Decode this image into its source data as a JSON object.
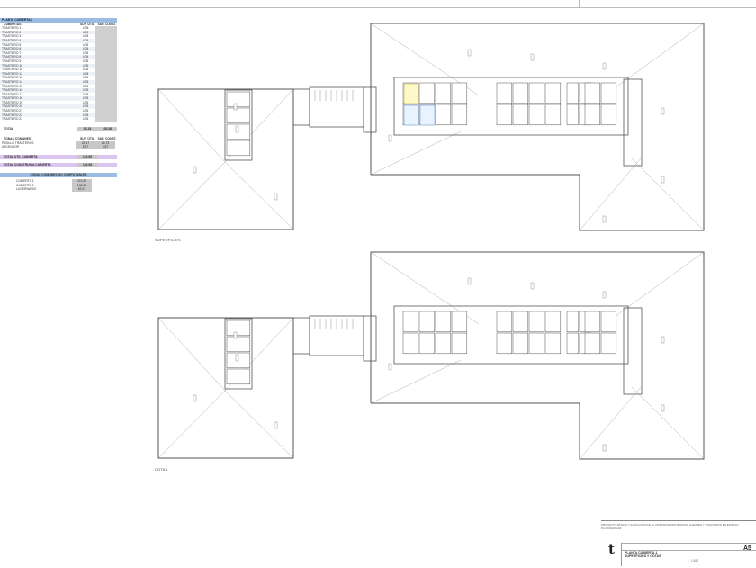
{
  "table": {
    "header": "PLANTA CUBIERTAS",
    "col_name": "CUBIERTAS",
    "col_v1": "SUP. ÚTIL",
    "col_v2": "SUP. CONST.",
    "rows": [
      {
        "name": "TRASTERO 1",
        "v1": "4.05"
      },
      {
        "name": "TRASTERO 2",
        "v1": "4.05"
      },
      {
        "name": "TRASTERO 3",
        "v1": "4.05"
      },
      {
        "name": "TRASTERO 4",
        "v1": "4.05"
      },
      {
        "name": "TRASTERO 5",
        "v1": "4.05"
      },
      {
        "name": "TRASTERO 6",
        "v1": "4.05"
      },
      {
        "name": "TRASTERO 7",
        "v1": "4.05"
      },
      {
        "name": "TRASTERO 8",
        "v1": "4.05"
      },
      {
        "name": "TRASTERO 9",
        "v1": "4.05"
      },
      {
        "name": "TRASTERO 10",
        "v1": "4.05"
      },
      {
        "name": "TRASTERO 11",
        "v1": "4.05"
      },
      {
        "name": "TRASTERO 12",
        "v1": "4.05"
      },
      {
        "name": "TRASTERO 13",
        "v1": "4.05"
      },
      {
        "name": "TRASTERO 14",
        "v1": "4.05"
      },
      {
        "name": "TRASTERO 15",
        "v1": "4.05"
      },
      {
        "name": "TRASTERO 16",
        "v1": "4.05"
      },
      {
        "name": "TRASTERO 17",
        "v1": "4.05"
      },
      {
        "name": "TRASTERO 18",
        "v1": "4.05"
      },
      {
        "name": "TRASTERO 19",
        "v1": "4.05"
      },
      {
        "name": "TRASTERO 20",
        "v1": "4.05"
      },
      {
        "name": "TRASTERO 21",
        "v1": "4.05"
      },
      {
        "name": "TRASTERO 22",
        "v1": "4.05"
      },
      {
        "name": "TRASTERO 23",
        "v1": "4.05"
      }
    ],
    "total_label": "TOTAL",
    "total_v1": "93.15",
    "total_v2": "100.38",
    "zones_label": "ZONAS COMUNES",
    "zones_v1": "SUP. ÚTIL",
    "zones_v2": "SUP. CONST.",
    "zones_rows": [
      {
        "name": "PASILLO TRASTEROS",
        "v1": "24.17",
        "v2": "26.73"
      },
      {
        "name": "ASCENSOR",
        "v1": "5.27",
        "v2": "5.87"
      }
    ],
    "purple1_label": "TOTAL ÚTIL CUBIERTA",
    "purple1_value": "122.59",
    "purple2_label": "TOTAL CONSTRUIDA CUBIERTA",
    "purple2_value": "132.98",
    "bottom_header": "ZONAS COMUNES NO COMPUTABLES",
    "bottom_rows": [
      {
        "name": "CUBIERTA 1",
        "v": "470.30"
      },
      {
        "name": "CUBIERTA 2",
        "v": "168.96"
      },
      {
        "name": "LUCERNARIO",
        "v": "63.21"
      }
    ]
  },
  "plans": {
    "top_label": "SUPERFICIES",
    "bottom_label": "COTAS"
  },
  "title_block": {
    "notes": "PROYECTO BÁSICO Y EJECUCIÓN DE 84 VIVIENDAS PROTEGIDAS, GARAJES Y TRASTEROS EN EDIFICIO PLURIFAMILIAR",
    "logo": "t",
    "title_line1": "PLANTA CUBIERTA 1",
    "title_line2": "SUPERFICIES Y COTAS",
    "scale": "1:100",
    "sheet": "A5"
  }
}
